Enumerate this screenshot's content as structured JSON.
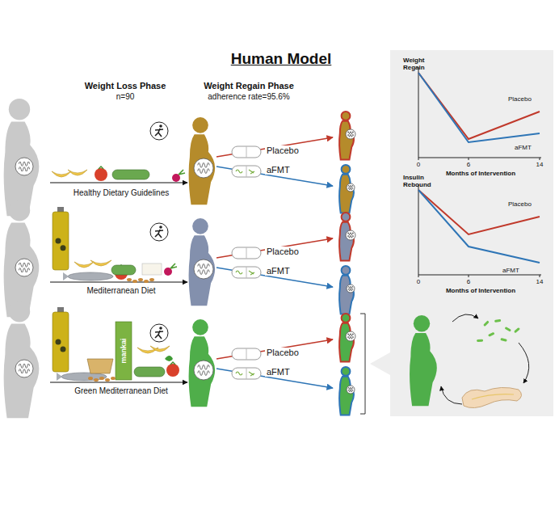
{
  "diagram": {
    "title": "Human Model",
    "nodes": [
      {
        "text": [
          "Placebo"
        ]
      },
      {
        "text": [
          "aFMT"
        ]
      },
      {
        "text": [
          "Placebo"
        ]
      },
      {
        "text": [
          "aFMT"
        ]
      },
      {
        "text": [
          "Placebo"
        ]
      },
      {
        "text": [
          "aFMT"
        ]
      },
      {
        "text": [
          "Weight Regain",
          "Months of Intervention",
          "0",
          "6",
          "14",
          "Placebo",
          "aFMT"
        ]
      },
      {
        "text": [
          "Insulin Rebound",
          "Months of Intervention",
          "0",
          "6",
          "14",
          "Placebo",
          "aFMT"
        ]
      }
    ],
    "labels": [
      "Weight Loss Phase",
      "n=90",
      "Weight Regain Phase",
      "adherence rate=95.6%",
      "Healthy Dietary Guidelines",
      "Mediterranean Diet",
      "Green Mediterranean Diet",
      "mankai"
    ]
  }
}
